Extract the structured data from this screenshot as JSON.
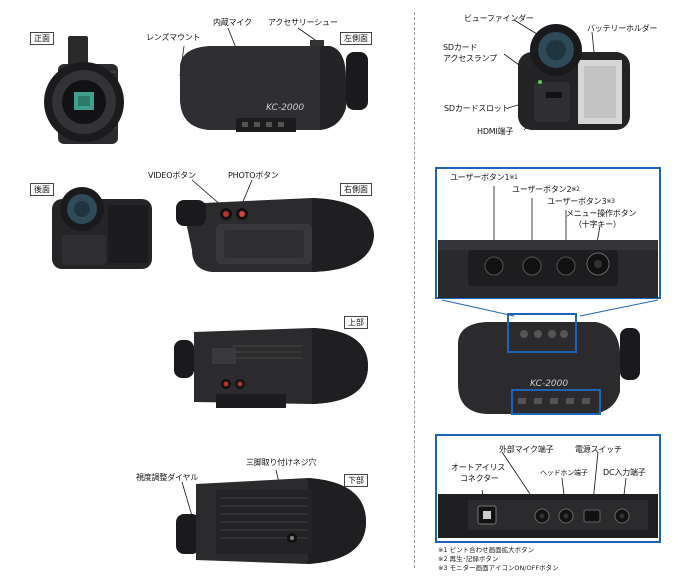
{
  "views": {
    "front": "正面",
    "left": "左側面",
    "rear": "後面",
    "right": "右側面",
    "top": "上部",
    "bottom": "下部"
  },
  "callouts": {
    "lens_mount": "レンズマウント",
    "built_in_mic": "内蔵マイク",
    "accessory_shoe": "アクセサリーシュー",
    "video_button": "VIDEOボタン",
    "photo_button": "PHOTOボタン",
    "diopter_dial": "視度調整ダイヤル",
    "tripod_socket": "三脚取り付けネジ穴",
    "viewfinder": "ビューファインダー",
    "battery_holder": "バッテリーホルダー",
    "sd_lamp_line1": "SDカード",
    "sd_lamp_line2": "アクセスランプ",
    "sd_slot": "SDカードスロット",
    "hdmi": "HDMI端子",
    "user_btn1": "ユーザーボタン1",
    "user_btn1_mark": "※1",
    "user_btn2": "ユーザーボタン2",
    "user_btn2_mark": "※2",
    "user_btn3": "ユーザーボタン3",
    "user_btn3_mark": "※3",
    "menu_btn_line1": "メニュー操作ボタン",
    "menu_btn_line2": "（十字キー）",
    "ext_mic": "外部マイク端子",
    "power_switch": "電源スイッチ",
    "auto_iris_line1": "オートアイリス",
    "auto_iris_line2": "コネクター",
    "headphone": "ヘッドホン端子",
    "dc_in": "DC入力端子"
  },
  "body_logo": "KC-2000",
  "notes": [
    "※1 ピント合わせ画面拡大ボタン",
    "※2 再生･記録ボタン",
    "※3 モニター画面アイコンON/OFFボタン"
  ],
  "colors": {
    "accent_blue": "#1d63b8",
    "body_dark": "#1e1e20",
    "body_mid": "#3a3a3e",
    "lens_green": "#3fa18d"
  }
}
